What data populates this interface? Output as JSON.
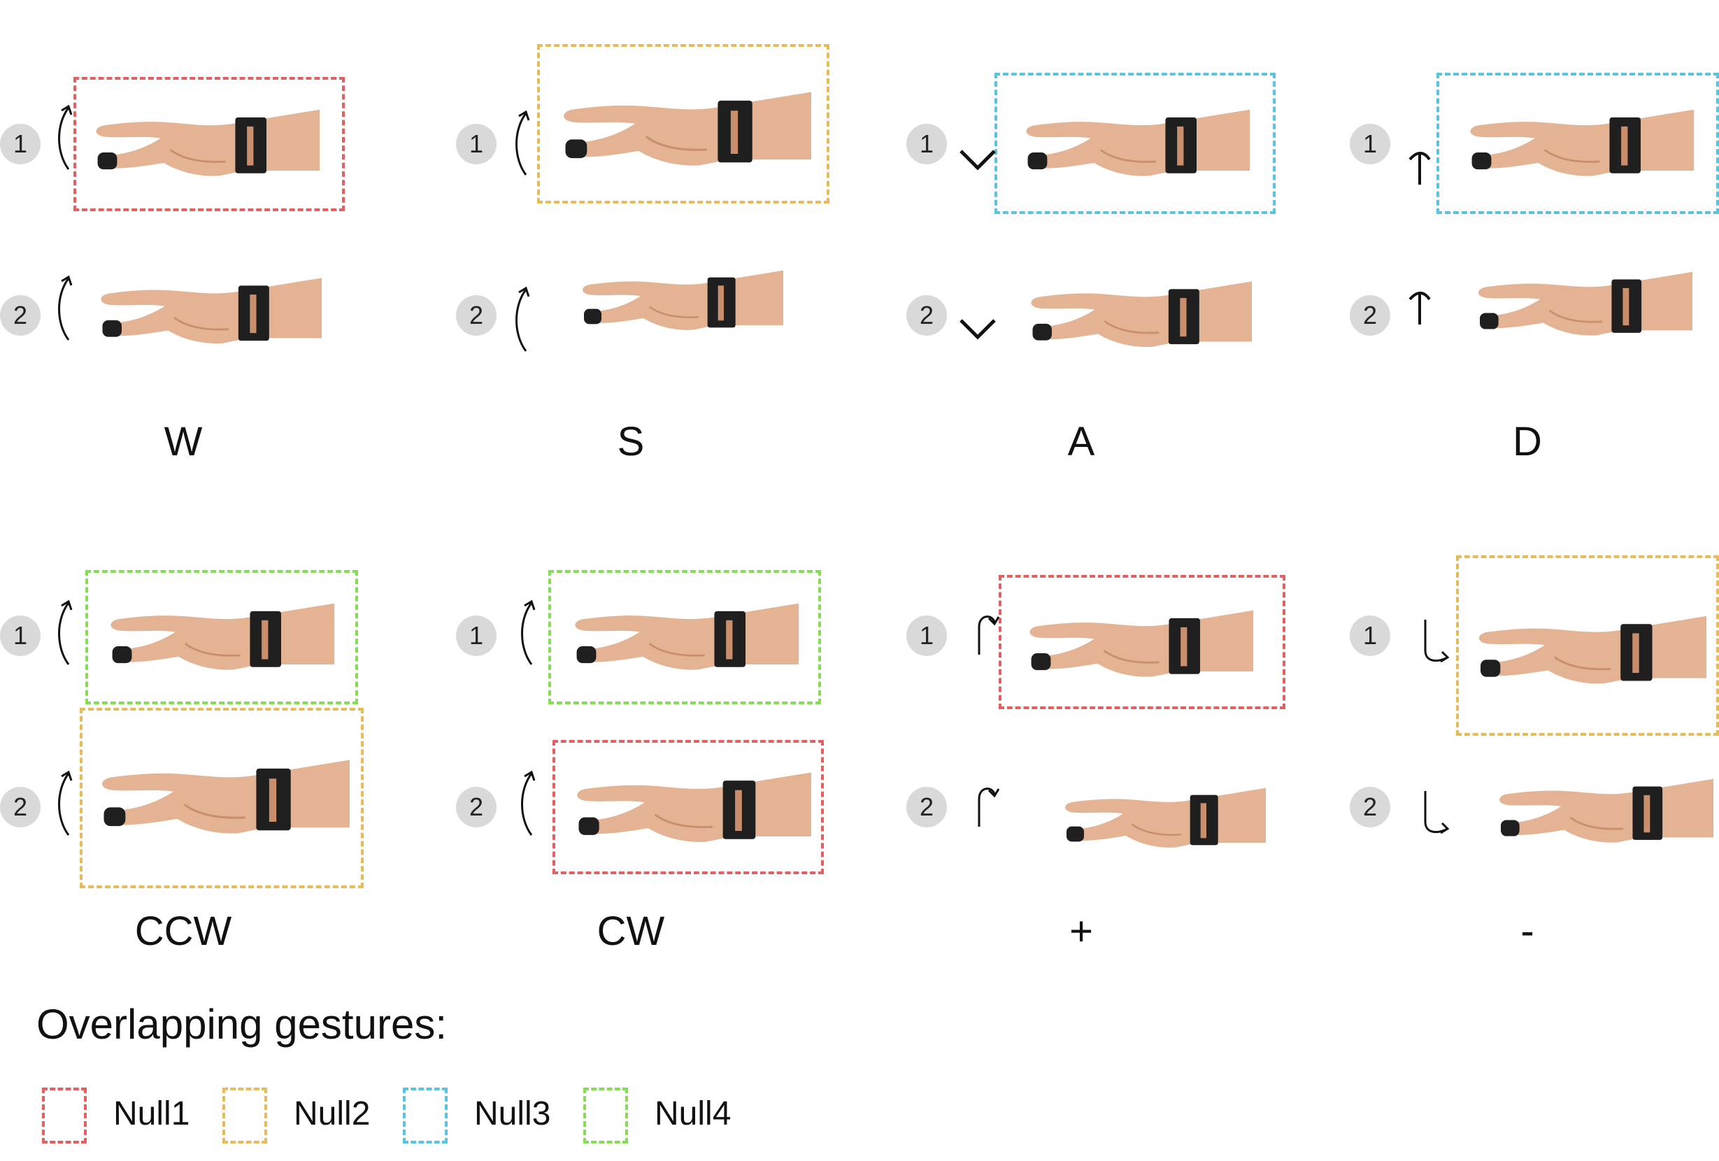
{
  "gestures": [
    {
      "label": "W",
      "step1": "1",
      "step2": "2"
    },
    {
      "label": "S",
      "step1": "1",
      "step2": "2"
    },
    {
      "label": "A",
      "step1": "1",
      "step2": "2"
    },
    {
      "label": "D",
      "step1": "1",
      "step2": "2"
    },
    {
      "label": "CCW",
      "step1": "1",
      "step2": "2"
    },
    {
      "label": "CW",
      "step1": "1",
      "step2": "2"
    },
    {
      "label": "+",
      "step1": "1",
      "step2": "2"
    },
    {
      "label": "-",
      "step1": "1",
      "step2": "2"
    }
  ],
  "legend": {
    "title": "Overlapping gestures:",
    "items": [
      {
        "label": "Null1",
        "color": "#e06161"
      },
      {
        "label": "Null2",
        "color": "#e6bb5a"
      },
      {
        "label": "Null3",
        "color": "#5ac4e0"
      },
      {
        "label": "Null4",
        "color": "#86dd55"
      }
    ]
  },
  "colors": {
    "skin": "#e3b393",
    "skin_shadow": "#c98f6c",
    "strap": "#1f1f1f",
    "badge": "#d9d9d9"
  }
}
